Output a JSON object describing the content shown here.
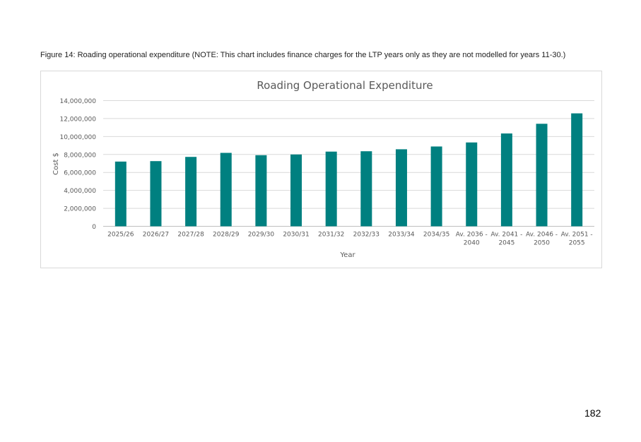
{
  "caption": "Figure 14: Roading operational expenditure (NOTE: This chart includes finance charges for the LTP years only as they are not modelled for years 11-30.)",
  "page_number": "182",
  "chart_data": {
    "type": "bar",
    "title": "Roading Operational Expenditure",
    "xlabel": "Year",
    "ylabel": "Cost $",
    "ylim": [
      0,
      14000000
    ],
    "yticks": [
      0,
      2000000,
      4000000,
      6000000,
      8000000,
      10000000,
      12000000,
      14000000
    ],
    "ytick_labels": [
      "0",
      "2,000,000",
      "4,000,000",
      "6,000,000",
      "8,000,000",
      "10,000,000",
      "12,000,000",
      "14,000,000"
    ],
    "grid": true,
    "bar_color": "#008080",
    "categories": [
      [
        "2025/26"
      ],
      [
        "2026/27"
      ],
      [
        "2027/28"
      ],
      [
        "2028/29"
      ],
      [
        "2029/30"
      ],
      [
        "2030/31"
      ],
      [
        "2031/32"
      ],
      [
        "2032/33"
      ],
      [
        "2033/34"
      ],
      [
        "2034/35"
      ],
      [
        "Av. 2036 -",
        "2040"
      ],
      [
        "Av. 2041 -",
        "2045"
      ],
      [
        "Av. 2046 -",
        "2050"
      ],
      [
        "Av. 2051 -",
        "2055"
      ]
    ],
    "values": [
      7210000,
      7260000,
      7730000,
      8180000,
      7920000,
      8000000,
      8320000,
      8360000,
      8580000,
      8890000,
      9340000,
      10340000,
      11420000,
      12580000
    ]
  }
}
